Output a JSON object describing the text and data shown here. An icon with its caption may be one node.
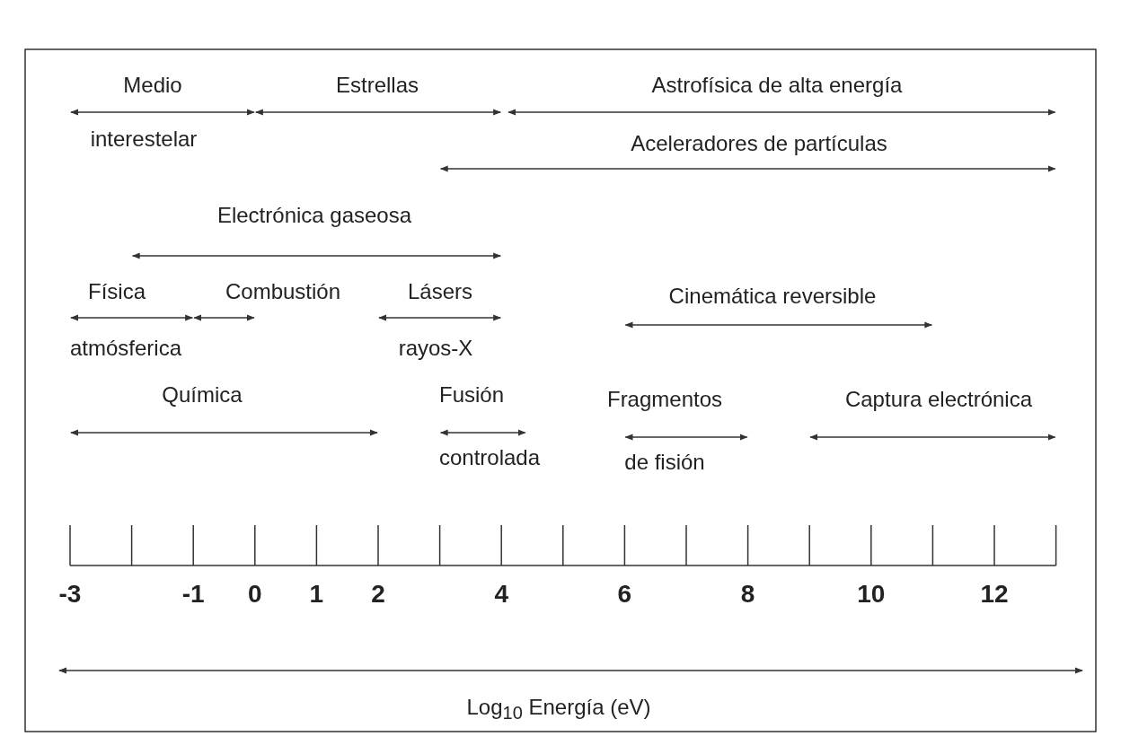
{
  "diagram": {
    "labels": [
      "Medio",
      "interestelar",
      "Estrellas",
      "Astrofísica de alta energía",
      "Aceleradores de partículas",
      "Electrónica gaseosa",
      "Física",
      "Combustión",
      "Lásers",
      "Cinemática reversible",
      "atmósferica",
      "rayos-X",
      "Química",
      "Fusión",
      "Fragmentos",
      "Captura electrónica",
      "controlada",
      "de fisión",
      "-3",
      "-1",
      "0",
      "1",
      "2",
      "4",
      "6",
      "8",
      "10",
      "12",
      "Log$_{10}$ Energía (eV)"
    ]
  }
}
